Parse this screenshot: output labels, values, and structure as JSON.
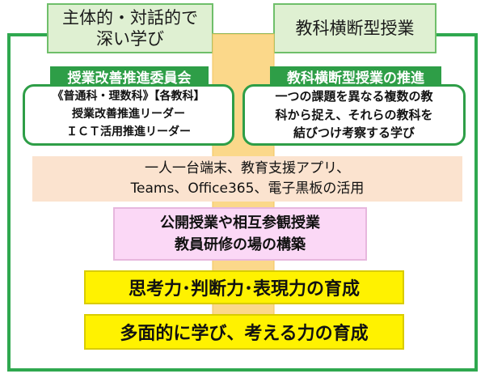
{
  "top_left_tab": {
    "line1": "主体的・対話的で",
    "line2": "深い学び"
  },
  "top_right_tab": {
    "label": "教科横断型授業"
  },
  "left_panel": {
    "header": "授業改善推進委員会",
    "lines": [
      "《普通科・理数科》【各教科】",
      "授業改善推進リーダー",
      "ＩＣＴ活用推進リーダー"
    ]
  },
  "right_panel": {
    "header": "教科横断型授業の推進",
    "lines": [
      "一つの課題を異なる複数の教",
      "科から捉え、それらの教科を",
      "結びつけ考察する学び"
    ]
  },
  "ict_box": {
    "line1": "一人一台端末、教育支援アプリ、",
    "line2": "Teams、Office365、電子黒板の活用"
  },
  "training_box": {
    "line1": "公開授業や相互参観授業",
    "line2": "教員研修の場の構築"
  },
  "outcome1": "思考力･判断力･表現力の育成",
  "outcome2": "多面的に学び、考える力の育成",
  "colors": {
    "frame_green": "#2fa84f",
    "band_green": "#2e9e47",
    "tab_fill": "#dff0d2",
    "arrow_fill": "#fbd88a",
    "peach": "#fbe3cf",
    "pink": "#fbd8f6",
    "yellow": "#fff200"
  }
}
